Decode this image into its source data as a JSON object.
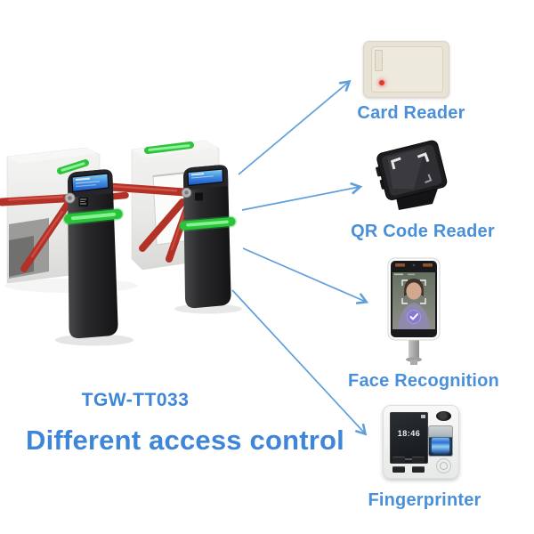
{
  "page": {
    "model": "TGW-TT033",
    "heading": "Different access control"
  },
  "devices": [
    {
      "id": "card-reader",
      "label": "Card Reader"
    },
    {
      "id": "qr-code-reader",
      "label": "QR Code Reader"
    },
    {
      "id": "face-recognition",
      "label": "Face Recognition"
    },
    {
      "id": "fingerprinter",
      "label": "Fingerprinter",
      "screen_time": "18:46"
    }
  ],
  "icons": [
    "turnstile-image",
    "card-reader-image",
    "qr-code-reader-image",
    "face-recognition-image",
    "fingerprinter-image",
    "arrow-icon"
  ],
  "colors": {
    "accent": "#3e86d8",
    "label": "#4a90d9",
    "arrow": "#5f9fdb",
    "led-green": "#2fc23d",
    "arm-red": "#b23228",
    "reader-beige": "#e9e3d6",
    "background": "#ffffff"
  }
}
